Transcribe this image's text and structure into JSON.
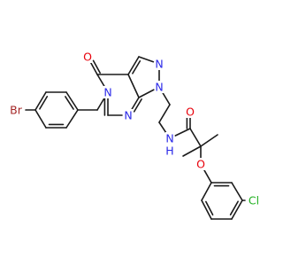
{
  "colors": {
    "bond": "#1a1a1a",
    "N": "#2a28e8",
    "O": "#e8000b",
    "Br": "#a52828",
    "Cl": "#1fb01f",
    "C": "#1a1a1a"
  },
  "atom_labels": {
    "br": "Br",
    "o_carbonyl_ring": "O",
    "n5": "N",
    "n_pyrazole_upper": "N",
    "n1": "N",
    "n_pyrimidine": "N",
    "nh": "N",
    "h": "H",
    "o_amide": "O",
    "o_ether": "O",
    "cl": "Cl"
  }
}
